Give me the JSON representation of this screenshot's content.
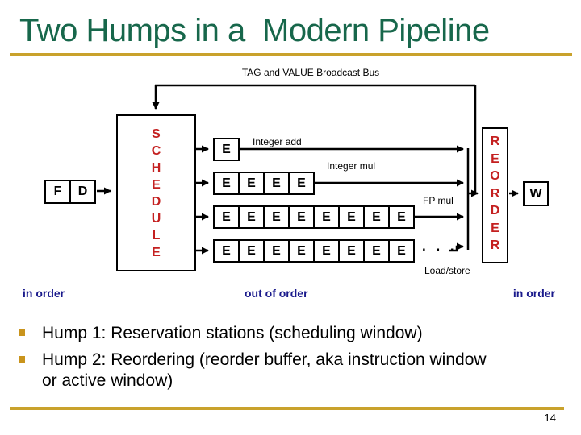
{
  "slide": {
    "title": "Two Humps in a  Modern Pipeline",
    "page_number": "14"
  },
  "colors": {
    "title_green": "#17674B",
    "accent_gold": "#C9A22C",
    "stage_letter_red": "#C42020",
    "order_label_navy": "#1A1A8C"
  },
  "diagram": {
    "bus_label": "TAG and VALUE Broadcast Bus",
    "fetch": "F",
    "decode": "D",
    "schedule": "SCHEDULE",
    "reorder": "REORDER",
    "writeback": "W",
    "exec_unit": "E",
    "ellipsis": ". . .",
    "units": {
      "integer_add": "Integer add",
      "integer_mul": "Integer mul",
      "fp_mul": "FP mul",
      "load_store": "Load/store"
    }
  },
  "order_labels": {
    "left": "in order",
    "middle": "out of order",
    "right": "in order"
  },
  "bullets": [
    {
      "lines": [
        "Hump 1: Reservation stations (scheduling window)"
      ]
    },
    {
      "lines": [
        "Hump 2: Reordering (reorder buffer, aka instruction window",
        "or active window)"
      ]
    }
  ]
}
